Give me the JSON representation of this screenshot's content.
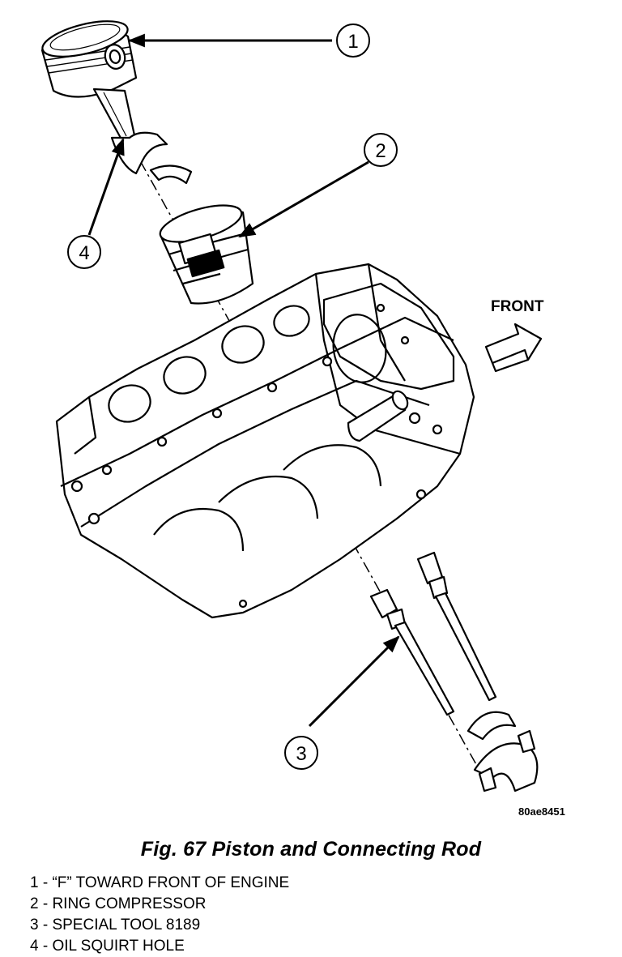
{
  "figure": {
    "front_label": "FRONT",
    "image_id": "80ae8451",
    "callouts": [
      "1",
      "2",
      "3",
      "4"
    ]
  },
  "caption": "Fig. 67 Piston and Connecting Rod",
  "legend": [
    "1 - “F” TOWARD FRONT OF ENGINE",
    "2 - RING COMPRESSOR",
    "3 - SPECIAL TOOL 8189",
    "4 - OIL SQUIRT HOLE"
  ]
}
